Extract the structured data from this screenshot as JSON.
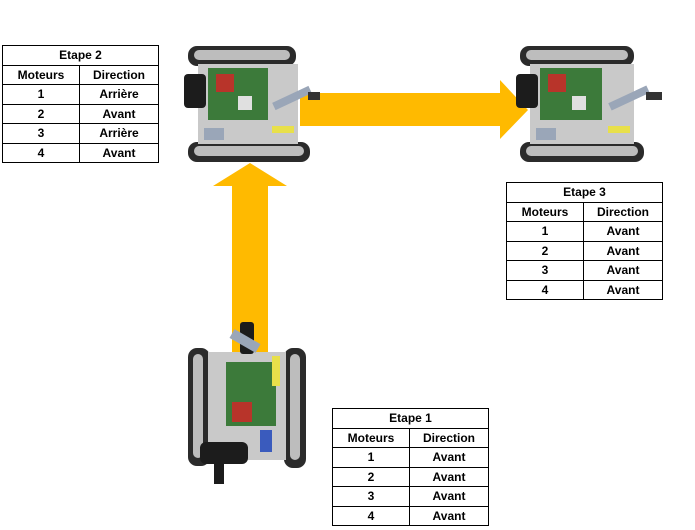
{
  "colors": {
    "arrow": "#FFBA00",
    "track": "#2b2b2b",
    "chassis": "#c9c9c9",
    "board": "#3c7a3a",
    "board_red": "#b8342a",
    "label_yellow": "#e8e04a"
  },
  "step2": {
    "title": "Etape 2",
    "col_motor": "Moteurs",
    "col_direction": "Direction",
    "rows": [
      {
        "motor": "1",
        "direction": "Arrière"
      },
      {
        "motor": "2",
        "direction": "Avant"
      },
      {
        "motor": "3",
        "direction": "Arrière"
      },
      {
        "motor": "4",
        "direction": "Avant"
      }
    ]
  },
  "step3": {
    "title": "Etape 3",
    "col_motor": "Moteurs",
    "col_direction": "Direction",
    "rows": [
      {
        "motor": "1",
        "direction": "Avant"
      },
      {
        "motor": "2",
        "direction": "Avant"
      },
      {
        "motor": "3",
        "direction": "Avant"
      },
      {
        "motor": "4",
        "direction": "Avant"
      }
    ]
  },
  "step1": {
    "title": "Etape 1",
    "col_motor": "Moteurs",
    "col_direction": "Direction",
    "rows": [
      {
        "motor": "1",
        "direction": "Avant"
      },
      {
        "motor": "2",
        "direction": "Avant"
      },
      {
        "motor": "3",
        "direction": "Avant"
      },
      {
        "motor": "4",
        "direction": "Avant"
      }
    ]
  }
}
